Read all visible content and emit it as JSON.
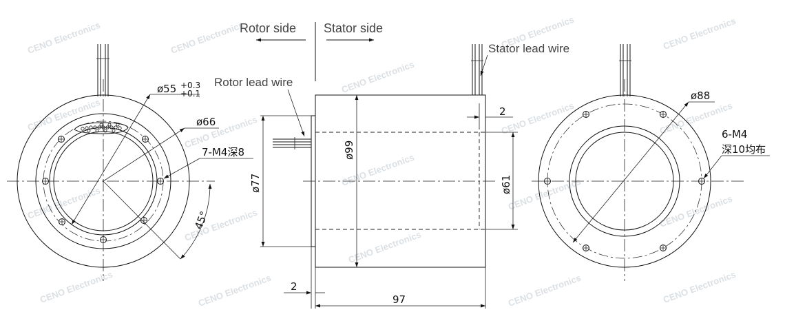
{
  "drawing": {
    "watermark": "CENO Electronics",
    "side_labels": {
      "rotor_side": "Rotor side",
      "stator_side": "Stator side"
    },
    "lead_labels": {
      "rotor_lead_wire": "Rotor lead wire",
      "stator_lead_wire": "Stator lead wire"
    },
    "left_view": {
      "bore_dim": "ø55",
      "tol_upper": "+0.3",
      "tol_lower": "+0.1",
      "pcd_dim": "ø66",
      "holes_note": "7-M4深8",
      "angle_dim": "45°"
    },
    "side_view": {
      "flange_dim": "ø77",
      "body_dim": "ø99",
      "bore_dim": "ø61",
      "step_dim": "2",
      "flange_thk_dim": "2",
      "length_dim": "97"
    },
    "right_view": {
      "pcd_dim": "ø88",
      "holes_note_1": "6-M4",
      "holes_note_2": "深10均布"
    }
  }
}
